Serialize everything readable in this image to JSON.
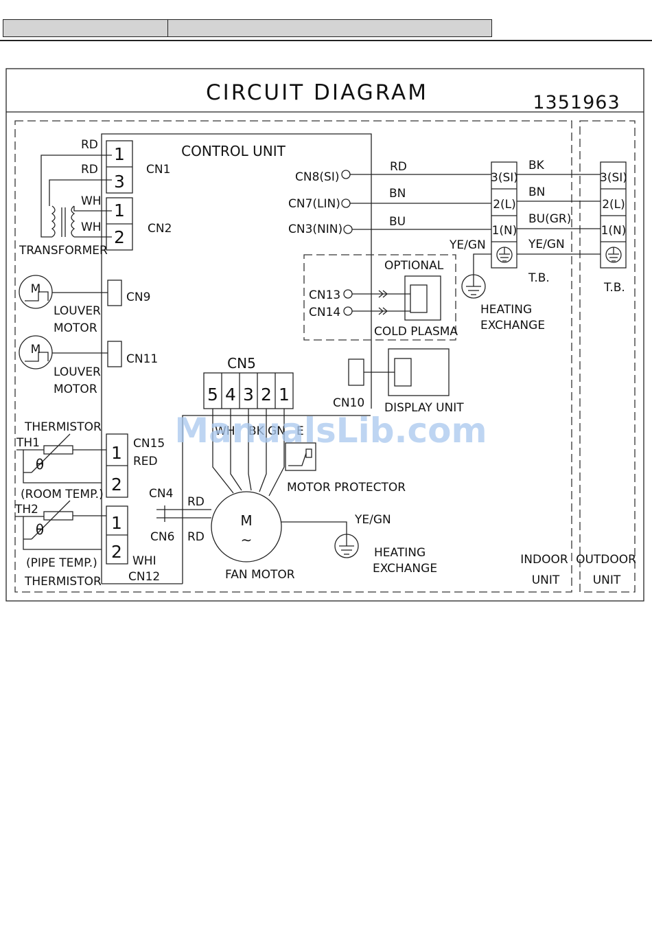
{
  "title": "CIRCUIT DIAGRAM",
  "doc_number": "1351963",
  "control_unit": "CONTROL UNIT",
  "watermark": "ManualsLib.com",
  "connectors": {
    "cn1": "CN1",
    "cn2": "CN2",
    "cn9": "CN9",
    "cn11": "CN11",
    "cn15": "CN15",
    "cn15_color": "RED",
    "cn4": "CN4",
    "cn6": "CN6",
    "cn12": "CN12",
    "cn12_color": "WHI",
    "cn5": "CN5",
    "cn10": "CN10",
    "cn8": "CN8(SI)",
    "cn7": "CN7(LIN)",
    "cn3": "CN3(NIN)",
    "cn13": "CN13",
    "cn14": "CN14"
  },
  "pins": {
    "cn1": [
      "1",
      "3"
    ],
    "cn2": [
      "1",
      "2"
    ],
    "cn15": [
      "1",
      "2"
    ],
    "cn12": [
      "1",
      "2"
    ],
    "cn5": [
      "5",
      "4",
      "3",
      "2",
      "1"
    ]
  },
  "wires": {
    "rd1": "RD",
    "rd2": "RD",
    "wh1": "WH",
    "wh2": "WH",
    "rd_cn8": "RD",
    "bn_cn7": "BN",
    "bu_cn3": "BU",
    "bk_out": "BK",
    "bn_out": "BN",
    "bu_out": "BU(GR)",
    "yegn_tb": "YE/GN",
    "yegn_out": "YE/GN",
    "yegn_motor": "YE/GN",
    "rd_cn4": "RD",
    "rd_cn6": "RD",
    "cn5_wh": "WH",
    "cn5_bk": "BK",
    "cn5_gn": "GN",
    "cn5_e": "E"
  },
  "components": {
    "transformer": "TRANSFORMER",
    "motor_symbol": "M",
    "louver1": [
      "LOUVER",
      "MOTOR"
    ],
    "louver2": [
      "LOUVER",
      "MOTOR"
    ],
    "thermistor_top": "THERMISTOR",
    "th1": "TH1",
    "room_temp": "(ROOM TEMP.)",
    "th2": "TH2",
    "pipe_temp": "(PIPE TEMP.)",
    "thermistor_bottom": "THERMISTOR",
    "theta": "θ",
    "optional": "OPTIONAL",
    "cold_plasma": "COLD PLASMA",
    "display_unit": "DISPLAY UNIT",
    "motor_protector": "MOTOR PROTECTOR",
    "fan_motor": "FAN MOTOR",
    "fan_m": "M",
    "fan_ac": "∼",
    "heating1": [
      "HEATING",
      "EXCHANGE"
    ],
    "heating2": [
      "HEATING",
      "EXCHANGE"
    ],
    "indoor_unit": [
      "INDOOR",
      "UNIT"
    ],
    "outdoor_unit": [
      "OUTDOOR",
      "UNIT"
    ],
    "tb_in": "T.B.",
    "tb_out": "T.B."
  },
  "terminal_block": [
    "3(SI)",
    "2(L)",
    "1(N)"
  ]
}
